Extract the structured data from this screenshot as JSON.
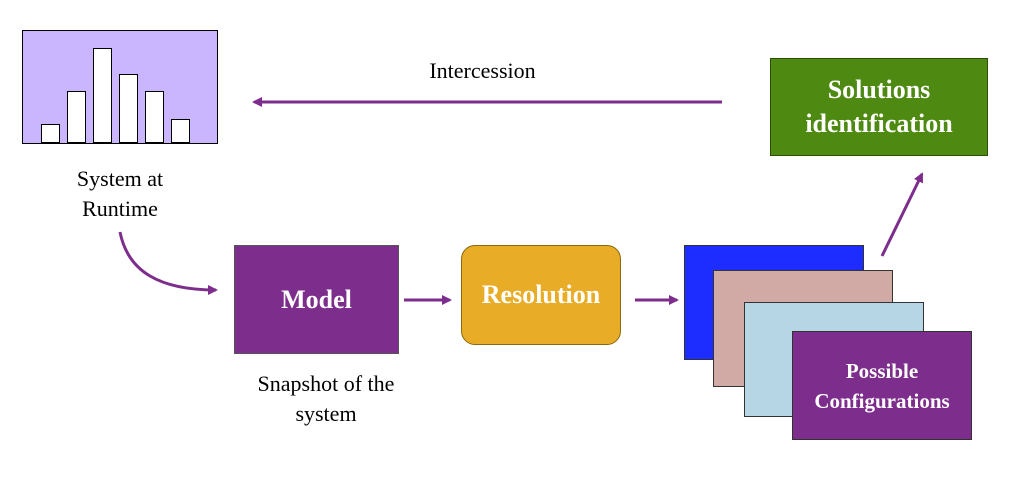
{
  "diagram": {
    "system_runtime_label": [
      "System at",
      "Runtime"
    ],
    "intercession_label": "Intercession",
    "solutions_label": [
      "Solutions",
      "identification"
    ],
    "model_label": "Model",
    "snapshot_label": [
      "Snapshot of the",
      "system"
    ],
    "resolution_label": "Resolution",
    "configurations_label": [
      "Possible",
      "Configurations"
    ],
    "histogram_bar_levels": [
      0.17,
      0.46,
      0.85,
      0.62,
      0.46,
      0.21
    ]
  },
  "colors": {
    "histogram_bg": "#c9b6ff",
    "solutions_bg": "#4e8a12",
    "model_bg": "#7d2d8c",
    "resolution_bg": "#e9ac26",
    "config_cards": [
      "#1d2cff",
      "#d1aaa5",
      "#b6d5e5",
      "#7d2d8c"
    ],
    "arrow": "#7d2d8c"
  }
}
